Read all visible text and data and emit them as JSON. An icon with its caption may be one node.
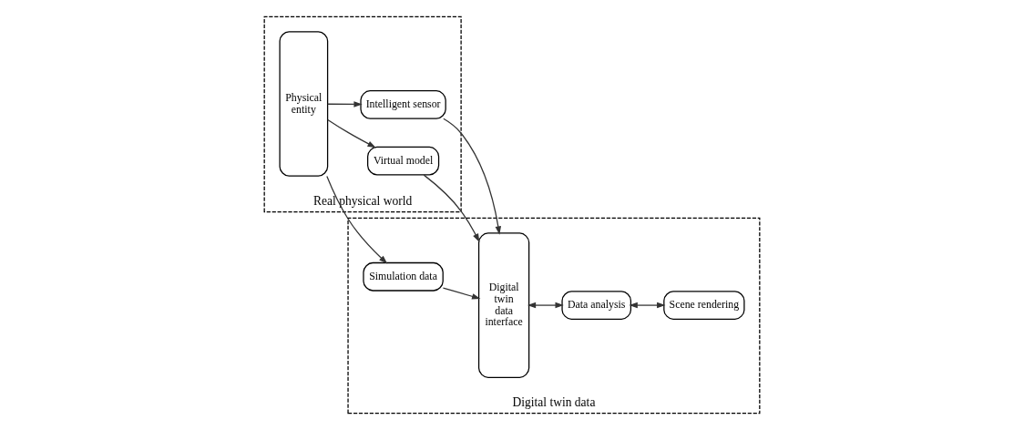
{
  "diagram": {
    "nodes": [
      {
        "text": [
          "Real physical world"
        ]
      },
      {
        "text": [
          "Physical entity"
        ],
        "in": 0
      },
      {
        "text": [
          "Virtual model"
        ],
        "in": 0
      },
      {
        "text": [
          "Intelligent sensor"
        ],
        "in": 0
      },
      {
        "text": [
          "Digital twin data"
        ]
      },
      {
        "text": [
          "Simulation data"
        ],
        "in": 4
      },
      {
        "text": [
          "Digital twin data interface"
        ],
        "in": 4
      },
      {
        "text": [
          "Data analysis"
        ],
        "in": 4
      },
      {
        "text": [
          "Scene rendering"
        ],
        "in": 4
      }
    ],
    "edges": [
      {
        "from": 1,
        "to": 2,
        "arrow": "to"
      },
      {
        "from": 1,
        "to": 5,
        "arrow": "to"
      },
      {
        "from": 1,
        "to": 3,
        "arrow": "to"
      },
      {
        "from": 2,
        "to": 6,
        "arrow": "to"
      },
      {
        "from": 5,
        "to": 6,
        "arrow": "to"
      },
      {
        "from": 3,
        "to": 6,
        "arrow": "to"
      },
      {
        "from": 6,
        "to": 7,
        "arrow": "both"
      },
      {
        "from": 7,
        "to": 8,
        "arrow": "both"
      }
    ]
  }
}
